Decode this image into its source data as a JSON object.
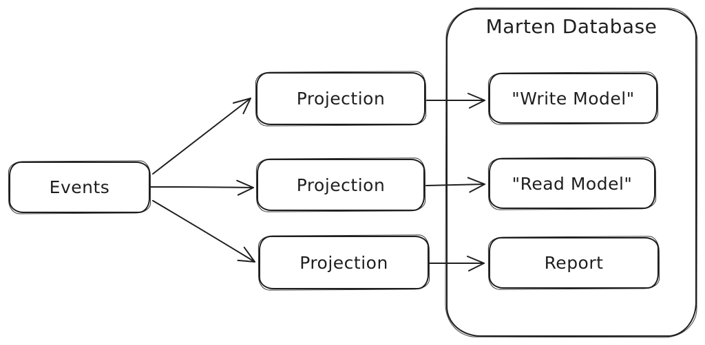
{
  "diagram": {
    "title": "Marten Database",
    "colors": {
      "stroke": "#1e1e1e",
      "background": "#ffffff"
    },
    "nodes": {
      "events": {
        "label": "Events"
      },
      "projection1": {
        "label": "Projection"
      },
      "projection2": {
        "label": "Projection"
      },
      "projection3": {
        "label": "Projection"
      },
      "write_model": {
        "label": "\"Write Model\""
      },
      "read_model": {
        "label": "\"Read Model\""
      },
      "report": {
        "label": "Report"
      }
    },
    "edges": [
      {
        "from": "Events",
        "to": "Projection (top)"
      },
      {
        "from": "Events",
        "to": "Projection (middle)"
      },
      {
        "from": "Events",
        "to": "Projection (bottom)"
      },
      {
        "from": "Projection (top)",
        "to": "\"Write Model\""
      },
      {
        "from": "Projection (middle)",
        "to": "\"Read Model\""
      },
      {
        "from": "Projection (bottom)",
        "to": "Report"
      }
    ]
  }
}
